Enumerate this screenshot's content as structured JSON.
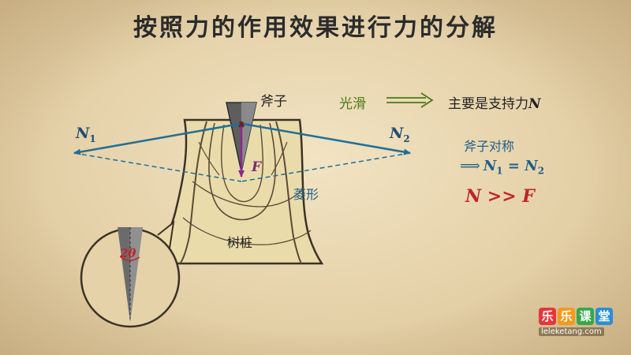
{
  "title": "按照力的作用效果进行力的分解",
  "labels": {
    "axe": "斧子",
    "smooth": "光滑",
    "mainly_prefix": "主要是支持力",
    "mainly_symbol": "N",
    "symmetric": "斧子对称",
    "rhombus": "菱形",
    "stump": "树桩",
    "n_main": "N",
    "n1_sub": "1",
    "n2_sub": "2",
    "f": "F",
    "theta": "2θ",
    "eq_n": "N",
    "eq_sign": " = ",
    "nf": "N >> F"
  },
  "logo": {
    "chars": [
      "乐",
      "乐",
      "课",
      "堂"
    ],
    "char_colors": [
      "#e8343a",
      "#f39a1e",
      "#36a84a",
      "#2a8fd6"
    ],
    "url": "leleketang.com"
  }
}
